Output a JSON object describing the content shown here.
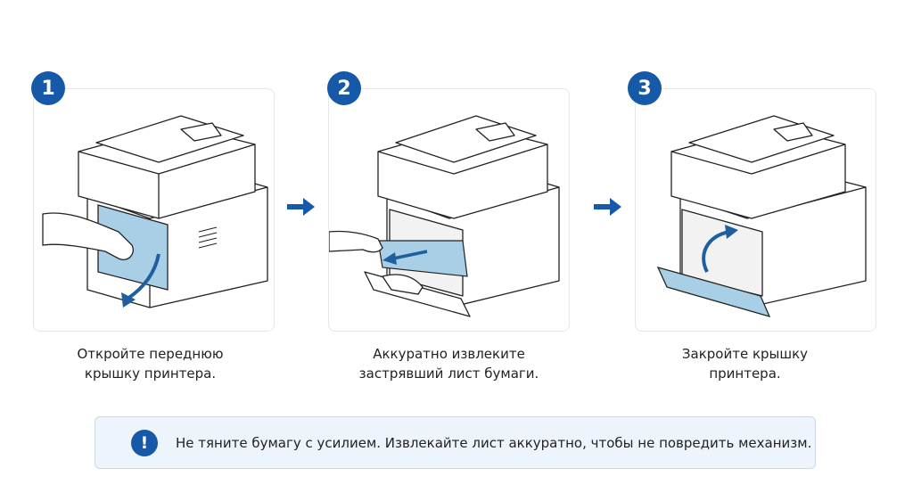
{
  "steps": [
    {
      "number": "1",
      "caption": "Откройте переднюю\nкрышку принтера."
    },
    {
      "number": "2",
      "caption": "Аккуратно извлеките\nзастрявший лист бумаги."
    },
    {
      "number": "3",
      "caption": "Закройте крышку\nпринтера."
    }
  ],
  "warning": {
    "icon": "exclamation-icon",
    "symbol": "!",
    "text": "Не тяните бумагу с усилием. Извлекайте лист аккуратно, чтобы не повредить механизм."
  },
  "colors": {
    "accent": "#1559a8",
    "highlight": "#a9cfe6",
    "outline": "#222222"
  }
}
